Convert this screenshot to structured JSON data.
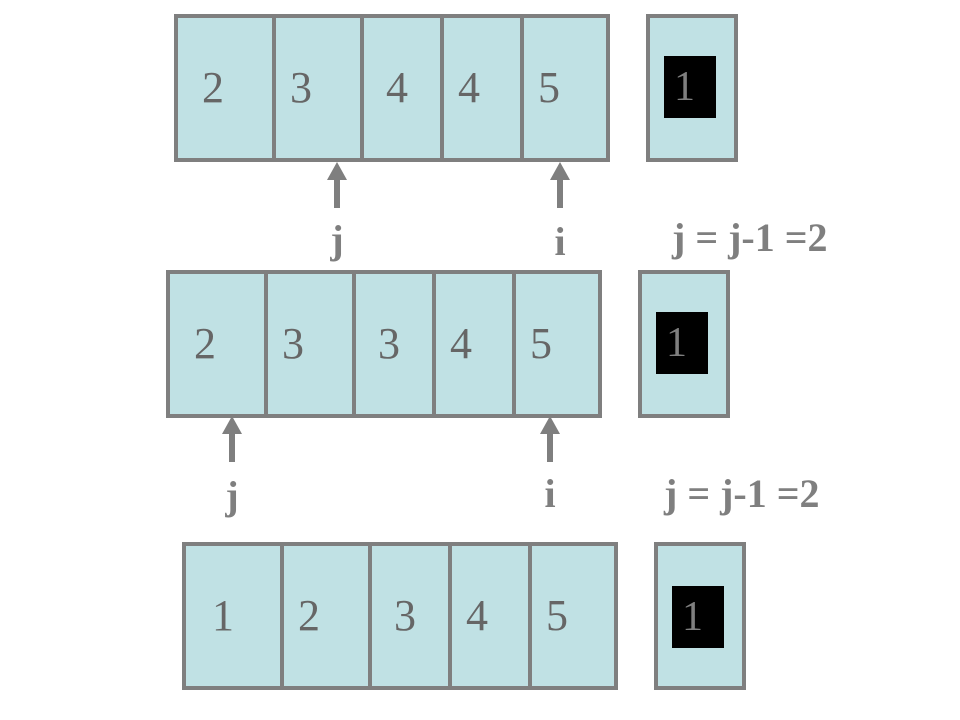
{
  "steps": [
    {
      "cells": [
        "2",
        "3",
        "4",
        "4",
        "5"
      ],
      "key": "1"
    },
    {
      "cells": [
        "2",
        "3",
        "3",
        "4",
        "5"
      ],
      "key": "1"
    },
    {
      "cells": [
        "1",
        "2",
        "3",
        "4",
        "5"
      ],
      "key": "1"
    }
  ],
  "pointers": [
    {
      "j_label": "j",
      "i_label": "i",
      "formula": "j = j-1 =2"
    },
    {
      "j_label": "j",
      "i_label": "i",
      "formula": "j = j-1 =2"
    }
  ]
}
